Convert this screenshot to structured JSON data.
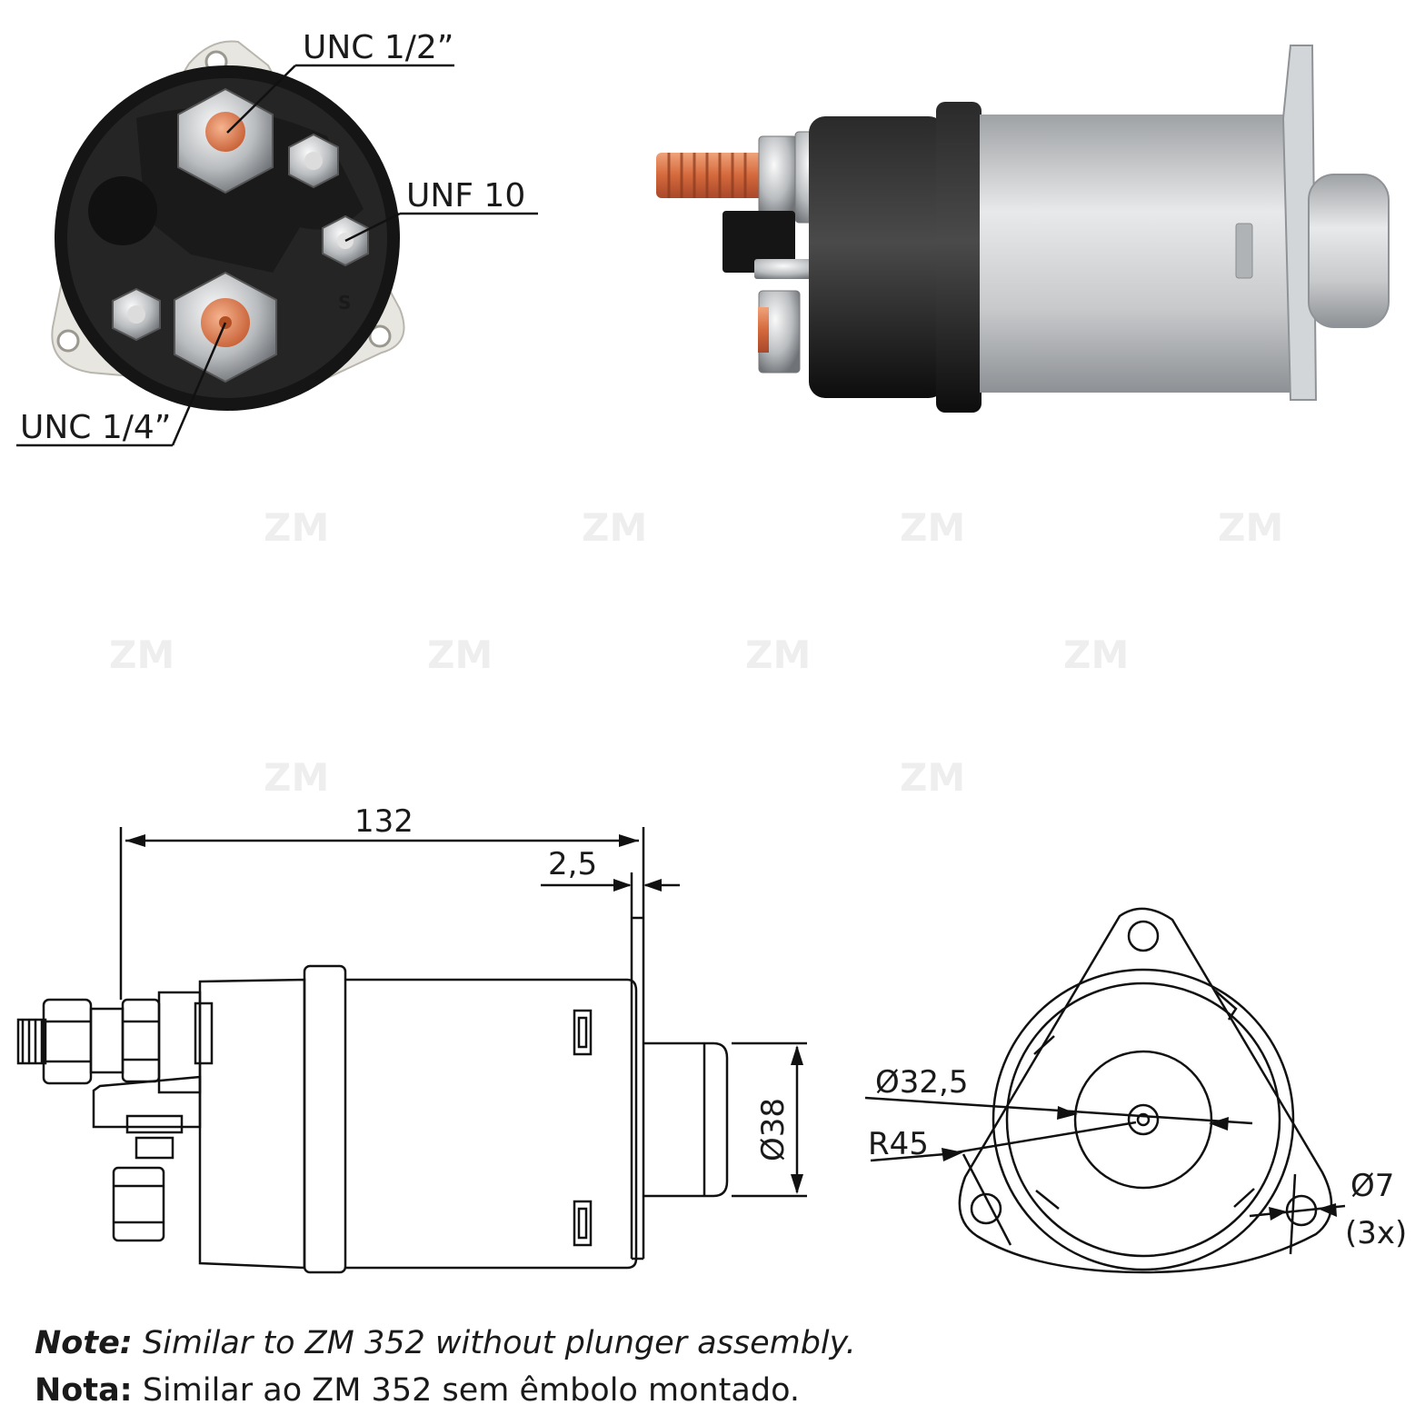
{
  "watermark": {
    "text": "ZM"
  },
  "callouts": {
    "top_terminal": "UNC 1/2”",
    "side_terminal": "UNF 10",
    "bottom_terminal": "UNC 1/4”"
  },
  "dimensions": {
    "overall_length": "132",
    "flange_thickness": "2,5",
    "plunger_diameter": "Ø38",
    "inner_diameter": "Ø32,5",
    "radius": "R45",
    "hole_diameter": "Ø7",
    "hole_count": "(3x)"
  },
  "notes": {
    "english_label": "Note:",
    "english_text": " Similar to ZM 352 without plunger assembly.",
    "portuguese_label": "Nota:",
    "portuguese_text": " Similar ao ZM 352 sem êmbolo montado."
  },
  "colors": {
    "body_black": "#161616",
    "housing_silver": "#c9cbcc",
    "flange_white": "#e9e7e2",
    "copper": "#d77b4e",
    "line": "#111111"
  }
}
